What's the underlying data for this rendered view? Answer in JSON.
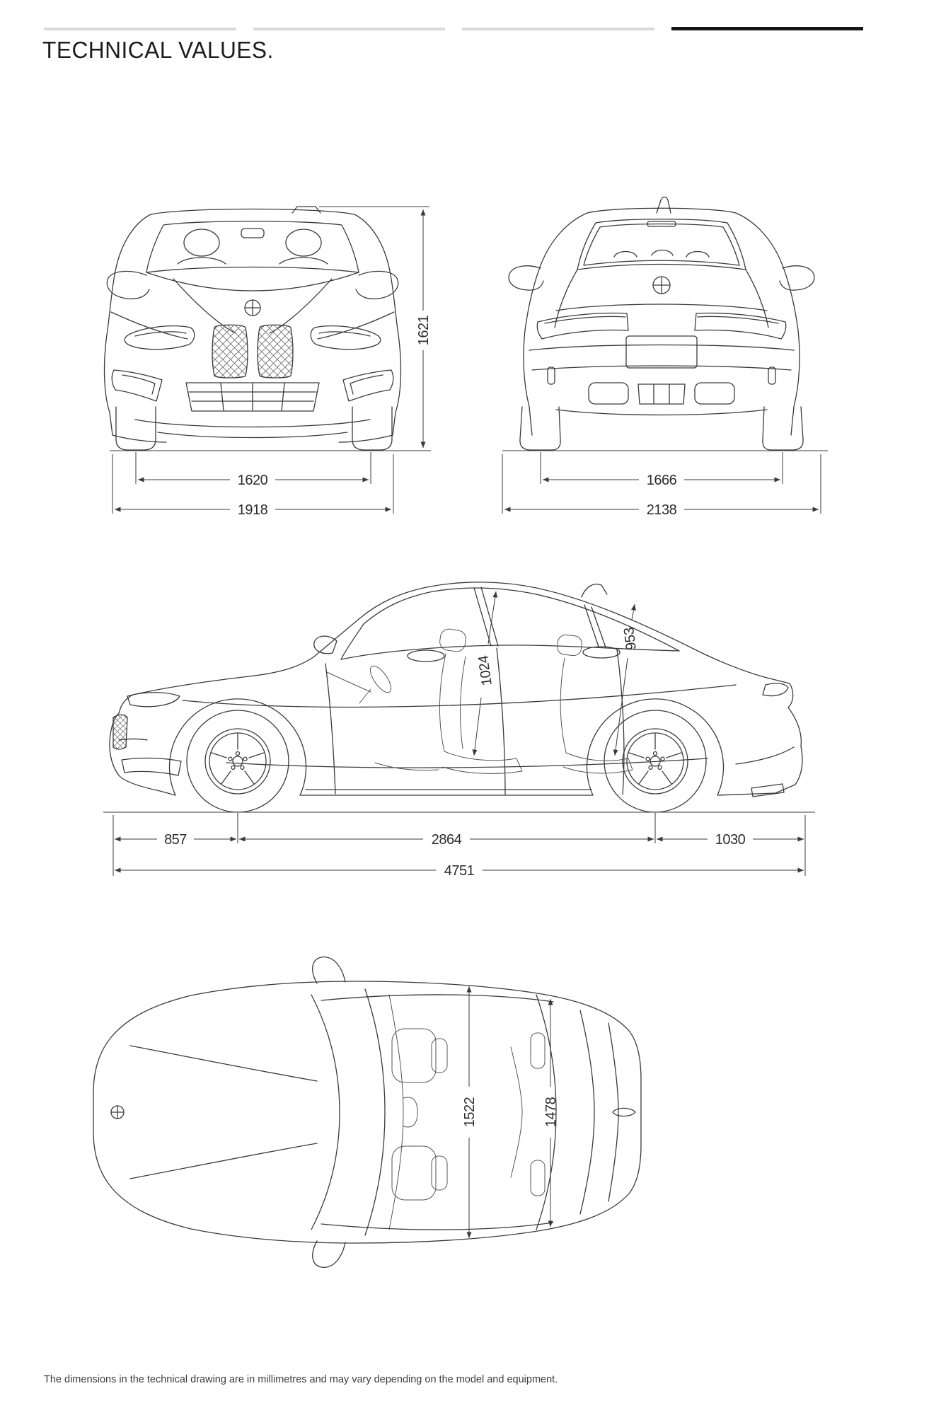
{
  "header": {
    "title": "TECHNICAL VALUES."
  },
  "progress_bar": {
    "total_segments": 4,
    "active_segment": 4
  },
  "dimensions_mm": {
    "front_view": {
      "height": "1621",
      "track": "1620",
      "body_width": "1918"
    },
    "rear_view": {
      "track": "1666",
      "width_incl_mirrors": "2138"
    },
    "side_view": {
      "headroom_front": "1024",
      "headroom_rear": "953",
      "overhang_front": "857",
      "wheelbase": "2864",
      "overhang_rear": "1030",
      "length": "4751"
    },
    "top_view": {
      "interior_width_front": "1522",
      "interior_width_rear": "1478"
    }
  },
  "footer": {
    "note": "The dimensions in the technical drawing are in millimetres and may vary depending on the model and equipment."
  },
  "colors": {
    "line": "#3a3a3a",
    "dim_text": "#2d2d2d",
    "bar_inactive": "#d9d9d9",
    "bar_active": "#161616"
  }
}
